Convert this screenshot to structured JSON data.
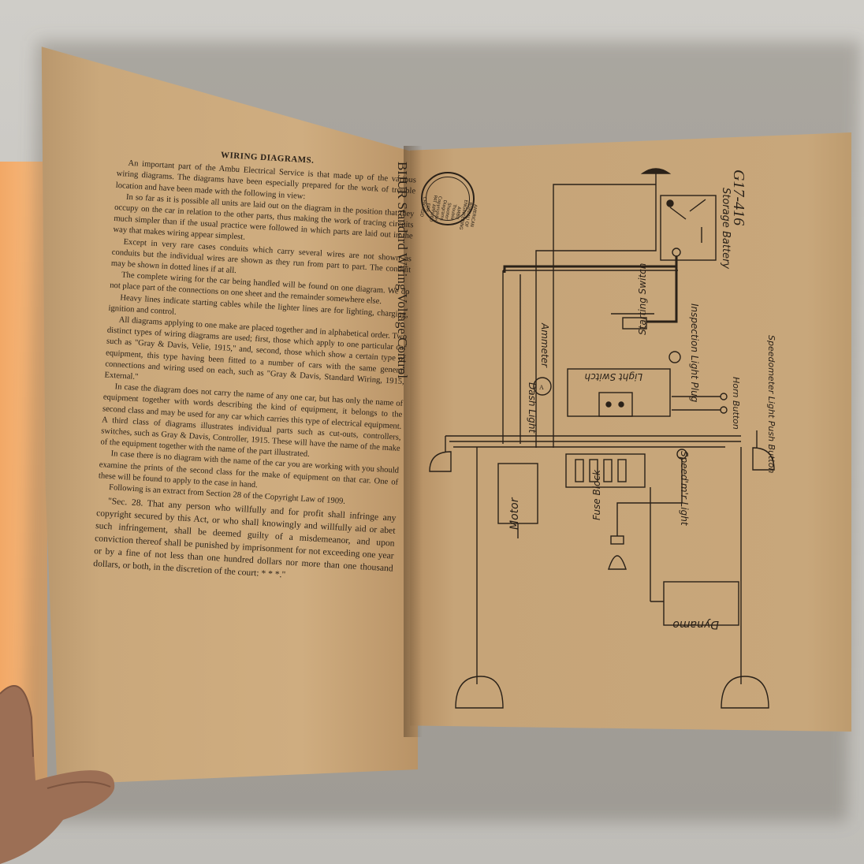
{
  "left_page": {
    "heading": "WIRING DIAGRAMS.",
    "paragraphs": [
      "An important part of the Ambu Electrical Service is that made up of the various wiring diagrams. The diagrams have been especially prepared for the work of trouble location and have been made with the following in view:",
      "In so far as it is possible all units are laid out on the diagram in the position that they occupy on the car in relation to the other parts, thus making the work of tracing circuits much simpler than if the usual practice were followed in which parts are laid out in the way that makes wiring appear simplest.",
      "Except in very rare cases conduits which carry several wires are not shown as conduits but the individual wires are shown as they run from part to part. The conduit may be shown in dotted lines if at all.",
      "The complete wiring for the car being handled will be found on one diagram. We do not place part of the connections on one sheet and the remainder somewhere else.",
      "Heavy lines indicate starting cables while the lighter lines are for lighting, charging, ignition and control.",
      "All diagrams applying to one make are placed together and in alphabetical order. Two distinct types of wiring diagrams are used; first, those which apply to one particular car such as \"Gray & Davis, Velie, 1915,\" and, second, those which show a certain type of equipment, this type having been fitted to a number of cars with the same general connections and wiring used on each, such as \"Gray & Davis, Standard Wiring, 1915, External.\"",
      "In case the diagram does not carry the name of any one car, but has only the name of equipment together with words describing the kind of equipment, it belongs to the second class and may be used for any car which carries this type of electrical equipment. A third class of diagrams illustrates individual parts such as cut-outs, controllers, switches, such as Gray & Davis, Controller, 1915. These will have the name of the make of the equipment together with the name of the part illustrated.",
      "In case there is no diagram with the name of the car you are working with you should examine the prints of the second class for the make of equipment on that car. One of these will be found to apply to the case in hand.",
      "Following is an extract from Section 28 of the Copyright Law of 1909."
    ],
    "legal": "\"Sec. 28. That any person who willfully and for profit shall infringe any copyright secured by this Act, or who shall knowingly and willfully aid or abet such infringement, shall be deemed guilty of a misdemeanor, and upon conviction thereof shall be punished by imprisonment for not exceeding one year or by a fine of not less than one hundred dollars nor more than one thousand dollars, or both, in the discretion of the court: * * *.\""
  },
  "right_page": {
    "title": "BIJUR Standard Wiring Voltage Control",
    "code": "G17-416",
    "stamp": "AMERICAN BUREAU OF ENGINEERING AMBU Trouble Shooter Diagrams Copyrighted PAT APPLIED FOR CHICAGO",
    "labels": {
      "storage_battery": "Storage Battery",
      "starting_switch": "Starting Switch",
      "inspection_plug": "Inspection Light Plug",
      "ammeter": "Ammeter",
      "light_switch": "Light Switch",
      "dash_light": "Dash Light",
      "horn_button": "Horn Button",
      "speedometer_button": "Speedometer Light Push Button",
      "speedometer_light": "Speed'm'r Light",
      "fuse_block": "Fuse Block",
      "motor": "Motor",
      "dynamo": "Dynamo"
    }
  },
  "colors": {
    "paper": "#c8a77b",
    "ink": "#2a2118",
    "background": "#c9c7c2",
    "orange_sheet": "#f2a866"
  }
}
